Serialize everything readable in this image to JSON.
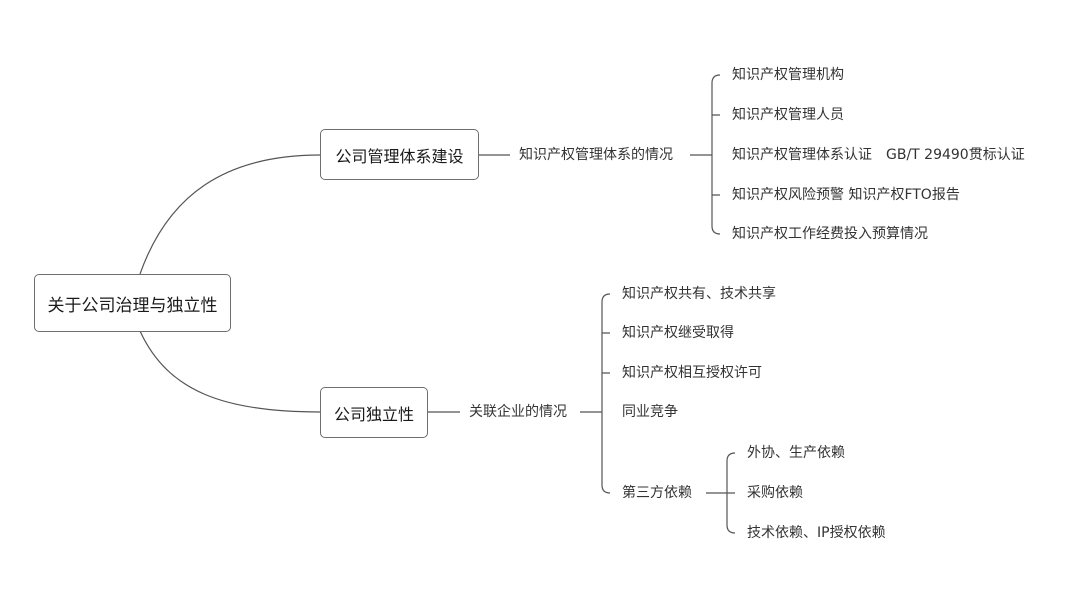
{
  "root": {
    "label": "关于公司治理与独立性"
  },
  "branch_management": {
    "label": "公司管理体系建设",
    "sub": "知识产权管理体系的情况",
    "leaves": [
      "知识产权管理机构",
      "知识产权管理人员",
      "知识产权管理体系认证　GB/T 29490贯标认证",
      "知识产权风险预警  知识产权FTO报告",
      "知识产权工作经费投入预算情况"
    ]
  },
  "branch_independence": {
    "label": "公司独立性",
    "sub": "关联企业的情况",
    "leaves": [
      "知识产权共有、技术共享",
      "知识产权继受取得",
      "知识产权相互授权许可",
      "同业竞争",
      "第三方依赖"
    ],
    "third_party": [
      "外协、生产依赖",
      "采购依赖",
      "技术依赖、IP授权依赖"
    ]
  }
}
